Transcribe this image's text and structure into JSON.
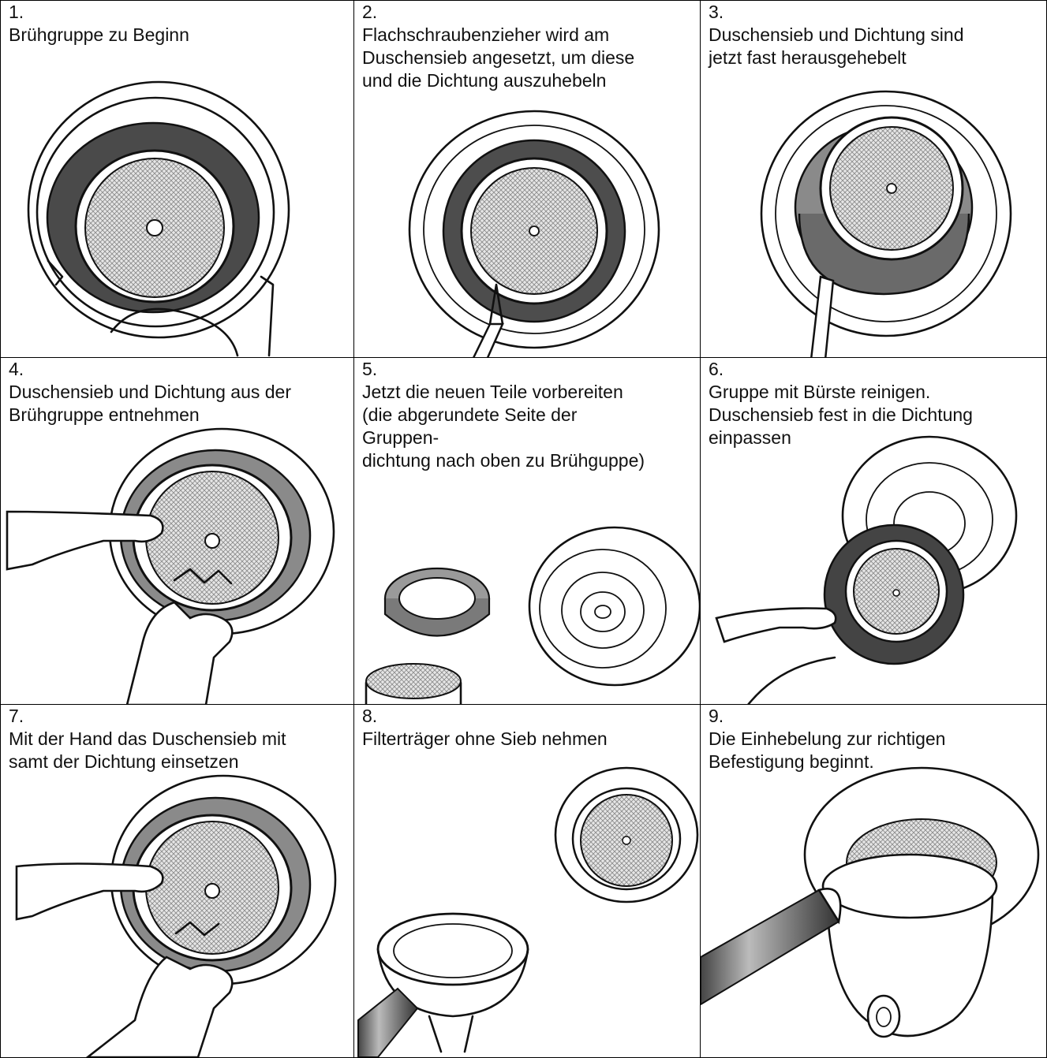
{
  "steps": [
    {
      "number": "1.",
      "text": "Brühgruppe zu Beginn"
    },
    {
      "number": "2.",
      "text": "Flachschraubenzieher wird am\nDuschensieb angesetzt, um diese\nund die Dichtung auszuhebeln"
    },
    {
      "number": "3.",
      "text": "Duschensieb und Dichtung sind\njetzt fast herausgehebelt"
    },
    {
      "number": "4.",
      "text": "Duschensieb und Dichtung aus der\nBrühgruppe entnehmen"
    },
    {
      "number": "5.",
      "text": "Jetzt die neuen Teile vorbereiten\n(die abgerundete Seite der\nGruppen-\ndichtung nach oben zu Brühguppe)"
    },
    {
      "number": "6.",
      "text": "Gruppe mit Bürste reinigen.\nDuschensieb fest in die Dichtung\neinpassen"
    },
    {
      "number": "7.",
      "text": "Mit der Hand das Duschensieb mit\nsamt der Dichtung einsetzen"
    },
    {
      "number": "8.",
      "text": "Filterträger ohne Sieb nehmen"
    },
    {
      "number": "9.",
      "text": "Die Einhebelung zur richtigen\nBefestigung beginnt."
    }
  ],
  "illustrations": [
    {
      "icon": "brew-group-initial-icon"
    },
    {
      "icon": "screwdriver-on-shower-screen-icon"
    },
    {
      "icon": "shower-screen-levered-out-icon"
    },
    {
      "icon": "hand-removing-shower-screen-icon"
    },
    {
      "icon": "new-gasket-and-screen-icon"
    },
    {
      "icon": "screen-fitted-into-gasket-icon"
    },
    {
      "icon": "hand-inserting-shower-screen-icon"
    },
    {
      "icon": "portafilter-without-basket-icon"
    },
    {
      "icon": "portafilter-locking-in-icon"
    }
  ],
  "colors": {
    "mesh": "#b8b8b8",
    "gasket_dark": "#555555",
    "gasket_mid": "#8a8a8a"
  }
}
